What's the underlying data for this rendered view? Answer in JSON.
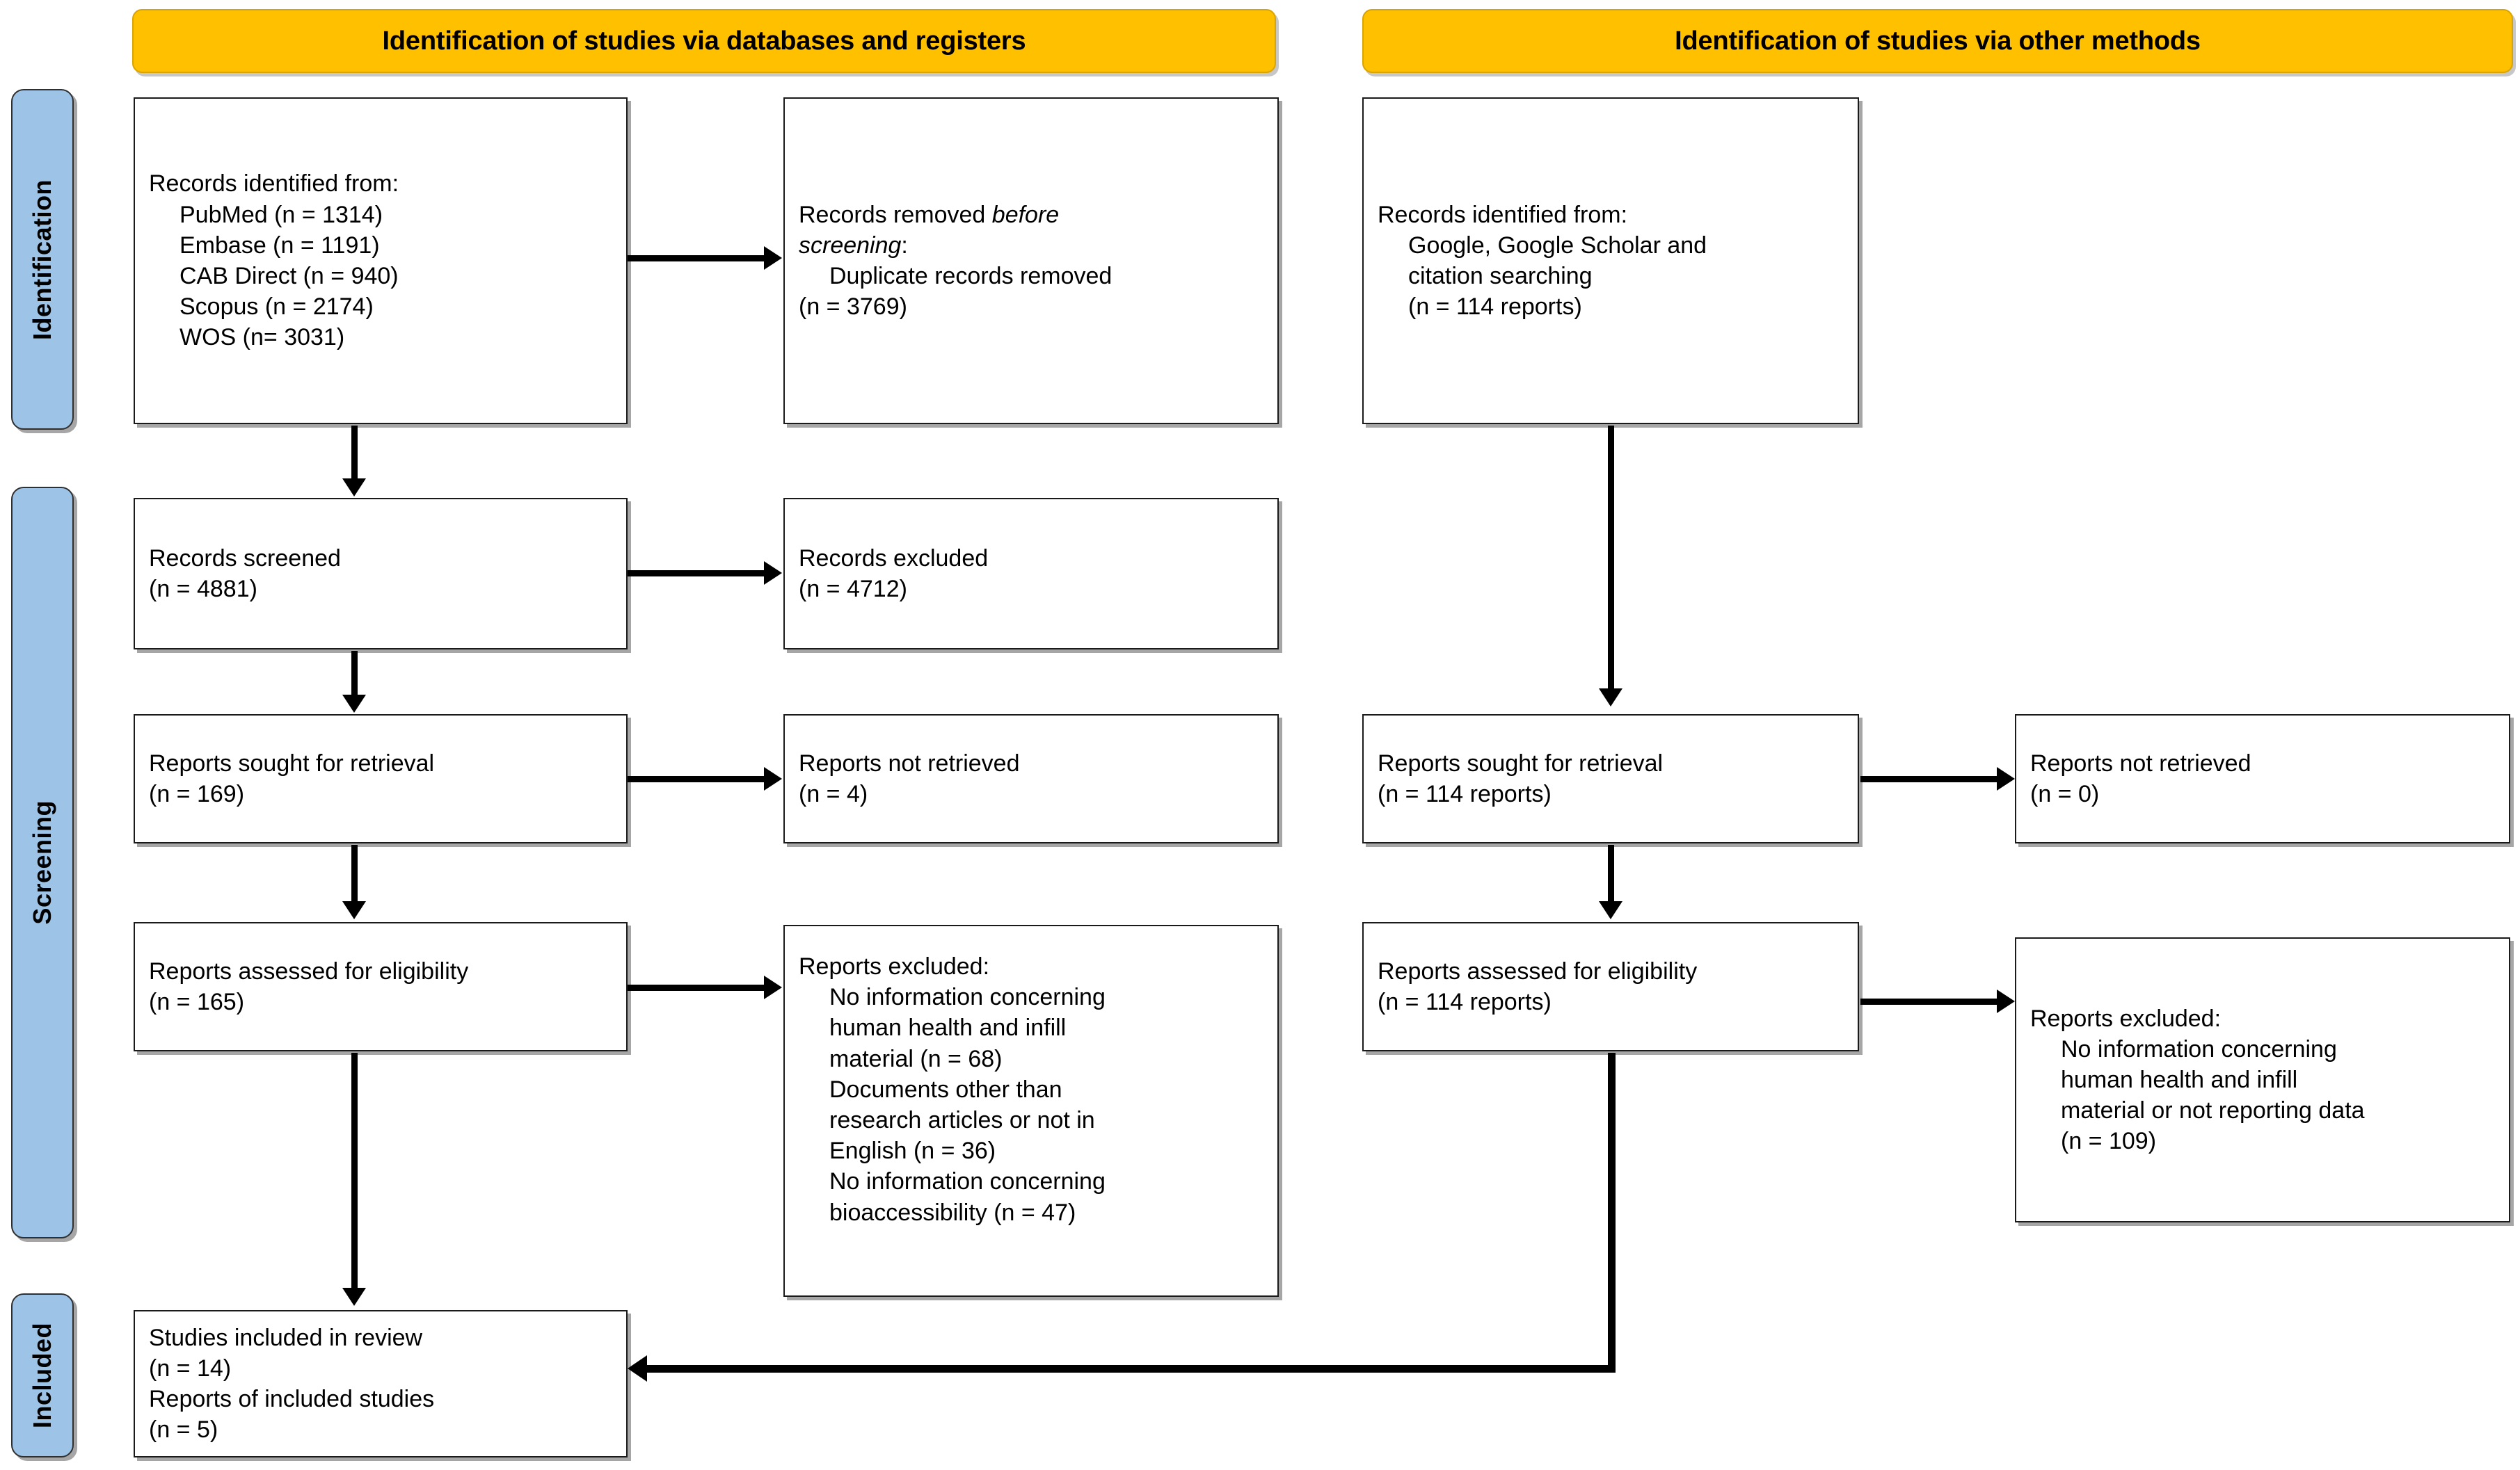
{
  "diagram": {
    "title": "PRISMA 2020 flow diagram",
    "colors": {
      "banner_fill": "#FFC000",
      "rail_fill": "#9DC3E6",
      "box_fill": "#FFFFFF",
      "line": "#000000"
    }
  },
  "banners": {
    "left": "Identification of studies via databases and registers",
    "right": "Identification of studies via other methods"
  },
  "rails": {
    "identification": "Identification",
    "screening": "Screening",
    "included": "Included"
  },
  "left_column": {
    "records_identified": {
      "heading": "Records identified from:",
      "sources": [
        "PubMed (n = 1314)",
        "Embase (n = 1191)",
        "CAB Direct (n = 940)",
        "Scopus (n = 2174)",
        "WOS (n= 3031)"
      ]
    },
    "records_removed": {
      "line1": "Records removed ",
      "line1_italic": "before",
      "line2_italic": "screening",
      "line2_rest": ":",
      "detail": "Duplicate records removed",
      "count": "(n = 3769)"
    },
    "records_screened": {
      "label": "Records screened",
      "count": "(n = 4881)"
    },
    "records_excluded": {
      "label": "Records excluded",
      "count": "(n = 4712)"
    },
    "reports_sought": {
      "label": "Reports sought for retrieval",
      "count": "(n = 169)"
    },
    "reports_not_retrieved": {
      "label": "Reports not retrieved",
      "count": "(n = 4)"
    },
    "reports_assessed": {
      "label": "Reports assessed for eligibility",
      "count": "(n = 165)"
    },
    "reports_excluded": {
      "heading": "Reports excluded:",
      "reasons": [
        "No information concerning\nhuman health and infill\nmaterial (n = 68)",
        "Documents other than\nresearch articles or not in\nEnglish (n = 36)",
        "No information concerning\nbioaccessibility (n = 47)"
      ]
    },
    "studies_included": {
      "line1": "Studies included in review",
      "line2": "(n = 14)",
      "line3": "Reports of included studies",
      "line4": "(n = 5)"
    }
  },
  "right_column": {
    "records_identified": {
      "heading": "Records identified from:",
      "detail": "Google, Google Scholar and\ncitation searching",
      "count": "(n = 114 reports)"
    },
    "reports_sought": {
      "label": "Reports sought for retrieval",
      "count": "(n = 114 reports)"
    },
    "reports_not_retrieved": {
      "label": "Reports not retrieved",
      "count": "(n = 0)"
    },
    "reports_assessed": {
      "label": "Reports assessed for eligibility",
      "count": "(n = 114 reports)"
    },
    "reports_excluded": {
      "heading": "Reports excluded:",
      "detail": "No information concerning\nhuman health and infill\nmaterial or not reporting data",
      "count": "(n = 109)"
    }
  }
}
